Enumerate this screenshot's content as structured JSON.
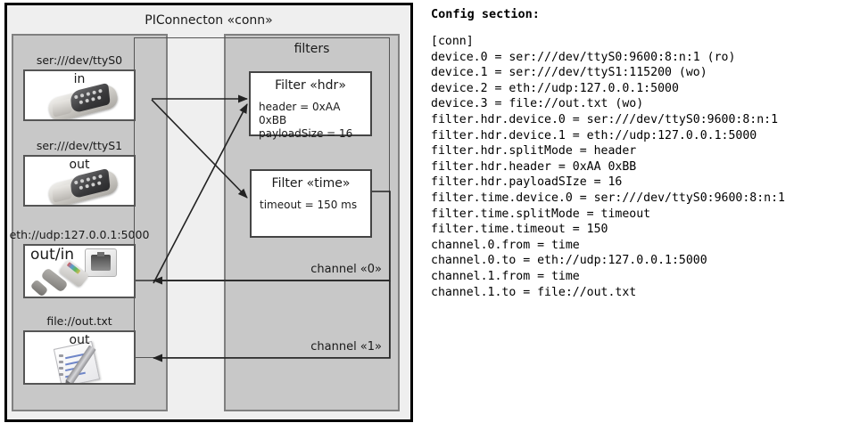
{
  "diagram": {
    "title": "PIConnecton «conn»",
    "devices_panel": {
      "nodes": [
        {
          "label": "ser:///dev/ttyS0",
          "direction": "in",
          "icon": "serial-port-icon"
        },
        {
          "label": "ser:///dev/ttyS1",
          "direction": "out",
          "icon": "serial-port-icon"
        },
        {
          "label": "eth://udp:127.0.0.1:5000",
          "direction": "out/in",
          "icon": "ethernet-jack-icon"
        },
        {
          "label": "file://out.txt",
          "direction": "out",
          "icon": "notepad-icon"
        }
      ]
    },
    "filters_panel": {
      "title": "filters",
      "filters": [
        {
          "title": "Filter «hdr»",
          "attrs": [
            "header = 0xAA 0xBB",
            "payloadSize = 16"
          ]
        },
        {
          "title": "Filter «time»",
          "attrs": [
            "timeout = 150 ms"
          ]
        }
      ],
      "channels": [
        {
          "label": "channel «0»"
        },
        {
          "label": "channel «1»"
        }
      ]
    }
  },
  "config": {
    "heading": "Config section:",
    "lines": [
      "[conn]",
      "device.0 = ser:///dev/ttyS0:9600:8:n:1 (ro)",
      "device.1 = ser:///dev/ttyS1:115200 (wo)",
      "device.2 = eth://udp:127.0.0.1:5000",
      "device.3 = file://out.txt (wo)",
      "filter.hdr.device.0 = ser:///dev/ttyS0:9600:8:n:1",
      "filter.hdr.device.1 = eth://udp:127.0.0.1:5000",
      "filter.hdr.splitMode = header",
      "filter.hdr.header = 0xAA 0xBB",
      "filter.hdr.payloadSIze = 16",
      "filter.time.device.0 = ser:///dev/ttyS0:9600:8:n:1",
      "filter.time.splitMode = timeout",
      "filter.time.timeout = 150",
      "channel.0.from = time",
      "channel.0.to = eth://udp:127.0.0.1:5000",
      "channel.1.from = time",
      "channel.1.to = file://out.txt"
    ]
  },
  "colors": {
    "panel_fill": "#c8c8c8",
    "outer_fill": "#efefef",
    "node_fill": "#ffffff",
    "stroke": "#333333"
  }
}
